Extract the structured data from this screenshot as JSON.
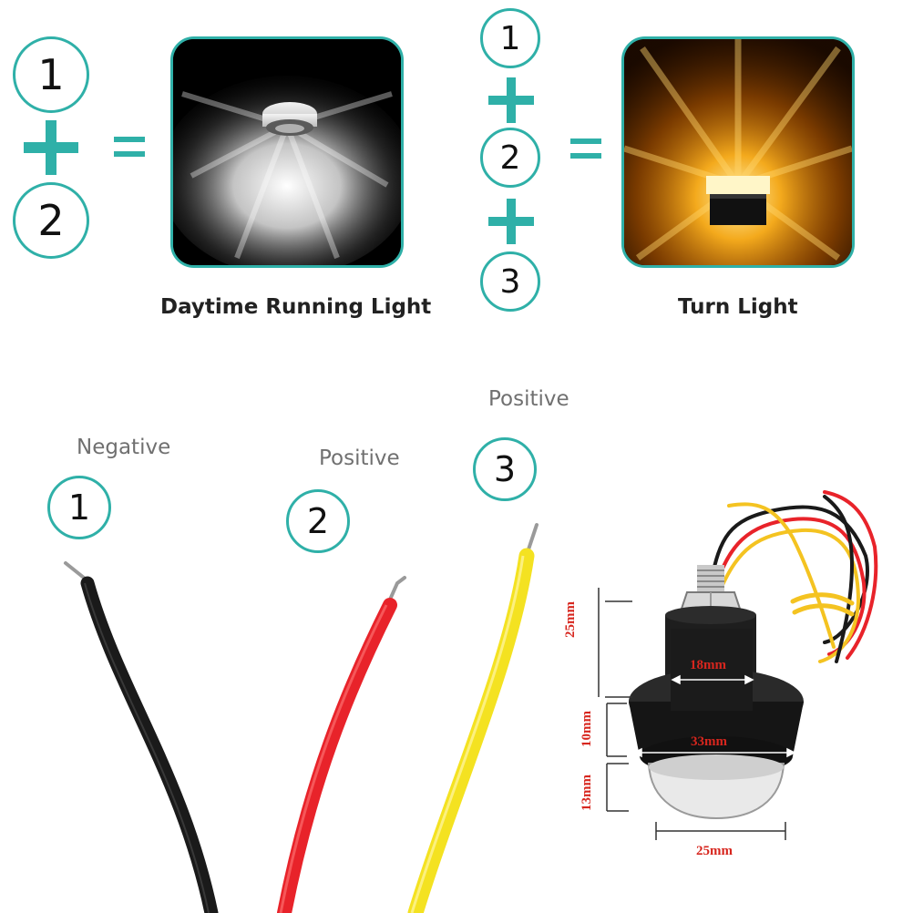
{
  "diagram": {
    "formula_drl": {
      "operands": [
        "1",
        "2"
      ],
      "caption": "Daytime Running Light"
    },
    "formula_turn": {
      "operands": [
        "1",
        "2",
        "3"
      ],
      "caption": "Turn Light"
    },
    "wires": [
      {
        "number": "1",
        "label": "Negative",
        "color": "#1a1a1a"
      },
      {
        "number": "2",
        "label": "Positive",
        "color": "#e8232a"
      },
      {
        "number": "3",
        "label": "Positive",
        "color": "#f4e221"
      }
    ],
    "dimensions": {
      "stem_height": "25mm",
      "stem_width": "18mm",
      "base_height": "10mm",
      "base_width": "33mm",
      "lens_height": "13mm",
      "lens_width": "25mm"
    },
    "colors": {
      "accent": "#2fb0a8",
      "drl_light": "#ffffff",
      "turn_light": "#ffb21e",
      "dimension_text": "#d7261e"
    }
  }
}
